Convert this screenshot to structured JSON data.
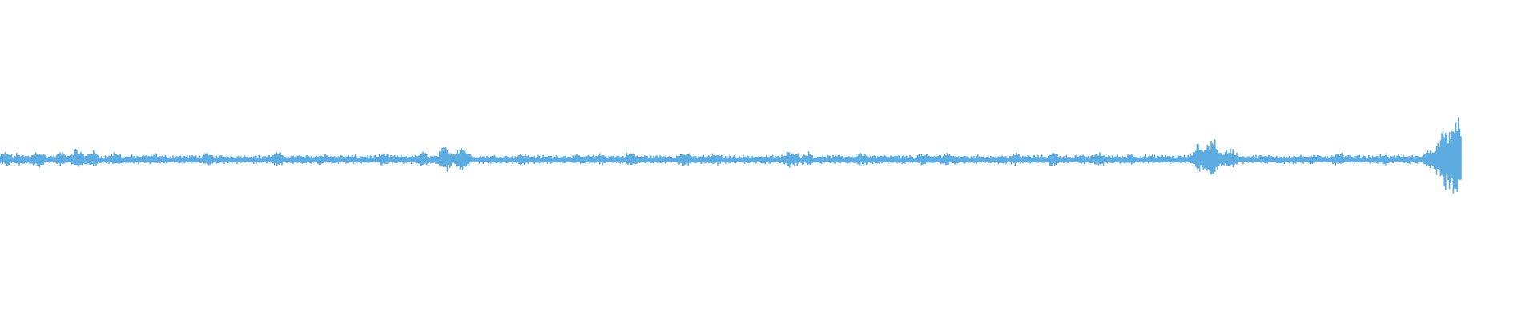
{
  "waveform": {
    "color": "#5DADE2",
    "background": "#FFFFFF",
    "normalized_duration": 0.95,
    "baseline_amplitude": 0.035,
    "envelope_peaks": [
      {
        "t": 0.004,
        "amp": 0.06
      },
      {
        "t": 0.012,
        "amp": 0.05
      },
      {
        "t": 0.025,
        "amp": 0.07
      },
      {
        "t": 0.04,
        "amp": 0.06
      },
      {
        "t": 0.05,
        "amp": 0.08
      },
      {
        "t": 0.06,
        "amp": 0.07
      },
      {
        "t": 0.075,
        "amp": 0.06
      },
      {
        "t": 0.1,
        "amp": 0.05
      },
      {
        "t": 0.135,
        "amp": 0.05
      },
      {
        "t": 0.18,
        "amp": 0.06
      },
      {
        "t": 0.21,
        "amp": 0.05
      },
      {
        "t": 0.25,
        "amp": 0.05
      },
      {
        "t": 0.275,
        "amp": 0.06
      },
      {
        "t": 0.29,
        "amp": 0.1
      },
      {
        "t": 0.3,
        "amp": 0.11
      },
      {
        "t": 0.34,
        "amp": 0.05
      },
      {
        "t": 0.39,
        "amp": 0.05
      },
      {
        "t": 0.41,
        "amp": 0.06
      },
      {
        "t": 0.445,
        "amp": 0.06
      },
      {
        "t": 0.465,
        "amp": 0.05
      },
      {
        "t": 0.515,
        "amp": 0.08
      },
      {
        "t": 0.525,
        "amp": 0.06
      },
      {
        "t": 0.56,
        "amp": 0.06
      },
      {
        "t": 0.6,
        "amp": 0.05
      },
      {
        "t": 0.615,
        "amp": 0.06
      },
      {
        "t": 0.66,
        "amp": 0.05
      },
      {
        "t": 0.685,
        "amp": 0.06
      },
      {
        "t": 0.715,
        "amp": 0.06
      },
      {
        "t": 0.735,
        "amp": 0.05
      },
      {
        "t": 0.78,
        "amp": 0.12
      },
      {
        "t": 0.788,
        "amp": 0.17
      },
      {
        "t": 0.8,
        "amp": 0.09
      },
      {
        "t": 0.87,
        "amp": 0.06
      },
      {
        "t": 0.9,
        "amp": 0.05
      },
      {
        "t": 0.93,
        "amp": 0.08
      },
      {
        "t": 0.945,
        "amp": 0.3
      },
      {
        "t": 0.952,
        "amp": 0.0
      }
    ]
  }
}
